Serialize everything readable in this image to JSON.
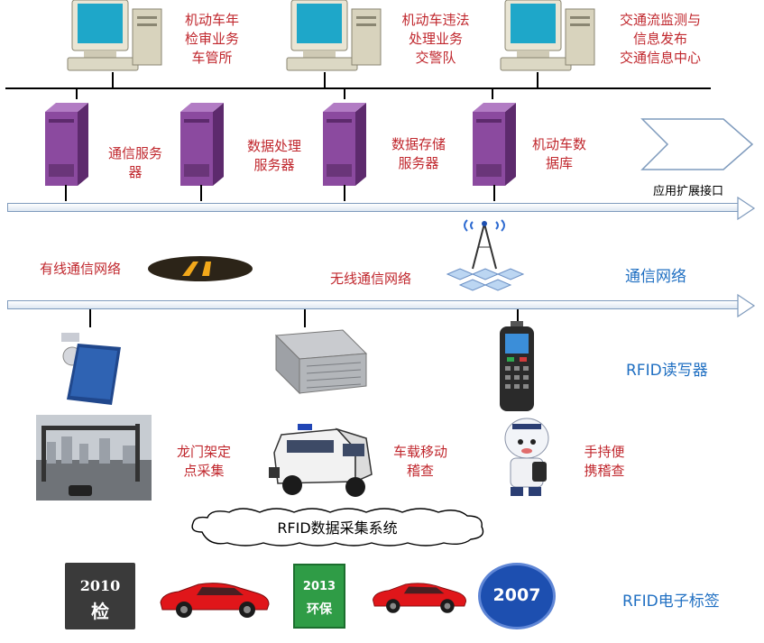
{
  "clients": [
    {
      "label": "机动车年\n检审业务\n车管所"
    },
    {
      "label": "机动车违法\n处理业务\n交警队"
    },
    {
      "label": "交通流监测与\n信息发布\n交通信息中心"
    }
  ],
  "servers": [
    {
      "label": "通信服务\n器"
    },
    {
      "label": "数据处理\n服务器"
    },
    {
      "label": "数据存储\n服务器"
    },
    {
      "label": "机动车数\n据库"
    }
  ],
  "extension_label": "应用扩展接口",
  "network": {
    "wired": "有线通信网络",
    "wireless": "无线通信网络",
    "layer_label": "通信网络"
  },
  "rfid_reader_layer_label": "RFID读写器",
  "collection": [
    {
      "label": "龙门架定\n点采集"
    },
    {
      "label": "车载移动\n稽查"
    },
    {
      "label": "手持便\n携稽查"
    }
  ],
  "collection_system_label": "RFID数据采集系统",
  "tags": [
    {
      "year": "2010",
      "char": "检"
    },
    {
      "year": "2013",
      "char": "环保"
    },
    {
      "year": "2007"
    }
  ],
  "rfid_tag_layer_label": "RFID电子标签",
  "colors": {
    "label_red": "#c0272d",
    "layer_blue": "#1f6fc2",
    "server_purple": "#7b3f93",
    "car_red": "#e0161a"
  }
}
